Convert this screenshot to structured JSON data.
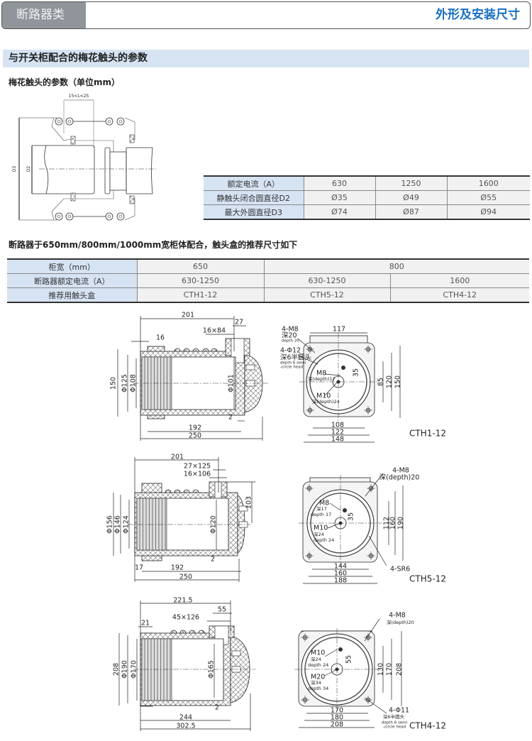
{
  "header": {
    "category": "断路器类",
    "title": "外形及安装尺寸"
  },
  "section_title": "与开关柜配合的梅花触头的参数",
  "contact_params_title": "梅花触头的参数（单位mm）",
  "contact_diagram": {
    "l_range": "15<L<25",
    "d3": "D3",
    "d2": "D2"
  },
  "table1": {
    "rows": [
      {
        "cells": [
          "额定电流（A）",
          "630",
          "1250",
          "1600"
        ]
      },
      {
        "cells": [
          "静触头闭合圆直径D2",
          "Ø35",
          "Ø49",
          "Ø55"
        ]
      },
      {
        "cells": [
          "最大外圆直径D3",
          "Ø74",
          "Ø87",
          "Ø94"
        ]
      }
    ]
  },
  "recommend_title": "断路器于650mm/800mm/1000mm宽柜体配合，触头盒的推荐尺寸如下",
  "table2": {
    "rows": [
      {
        "cells": [
          "柜宽（mm）",
          "650",
          "800"
        ]
      },
      {
        "cells": [
          "断路器额定电流（A）",
          "630-1250",
          "630-1250",
          "1600"
        ]
      },
      {
        "cells": [
          "推荐用触头盒",
          "CTH1-12",
          "CTH5-12",
          "CTH4-12"
        ]
      }
    ]
  },
  "drawings": [
    {
      "labels": {
        "model": "CTH1-12",
        "d201": "201",
        "d27": "27",
        "d16x84": "16×84",
        "d16": "16",
        "h150": "150",
        "d125": "Φ125",
        "d108": "Φ108",
        "d101": "Φ101",
        "gap": "2",
        "l192": "192",
        "l250": "250",
        "w117": "117",
        "m8": "4-M8",
        "m8_cn": "深20",
        "m8_en": "depth 20",
        "phi12": "4-Φ12",
        "phi12_cn": "深6半圆头",
        "phi12_en1": "depth 6 semi",
        "phi12_en2": "-circle head",
        "c_m8": "M8",
        "c_m8d": "深(depth)17",
        "c35": "35",
        "c_m10": "M10",
        "c_m10d": "深(depth)24",
        "v85": "85",
        "v120": "120",
        "v150": "150",
        "h108": "108",
        "h122": "122",
        "h148": "148"
      }
    },
    {
      "labels": {
        "model": "CTH5-12",
        "d201": "201",
        "d27x125": "27×125",
        "d16x106": "16×106",
        "d103": "103",
        "d156": "Φ156",
        "d146": "Φ146",
        "d124": "Φ124",
        "d120": "Φ120",
        "gap": "2",
        "d17": "17",
        "l192": "192",
        "l250": "250",
        "m8": "4-M8",
        "m8d": "深(depth)20",
        "c_m8": "M8",
        "c_m8_cn": "深17",
        "c_m8_en": "depth 17",
        "c35": "35",
        "c_m10": "M10",
        "c_m10_cn": "深24",
        "c_m10_en": "depth 24",
        "v112": "112",
        "v160": "160",
        "v190": "190",
        "h144": "144",
        "h160": "160",
        "h188": "188",
        "sr6": "4-SR6"
      }
    },
    {
      "labels": {
        "model": "CTH4-12",
        "d221": "221.5",
        "d55": "55",
        "d45x126": "45×126",
        "d21": "21",
        "h208": "208",
        "d190": "Φ190",
        "d170": "Φ170",
        "d165": "Φ165",
        "gap": "2",
        "l244": "244",
        "l302": "302.5",
        "m8": "4-M8",
        "m8d": "深(depth)20",
        "c_m10": "M10",
        "c_m10_cn": "深24",
        "c_m10_en": "depth 24",
        "c55": "55",
        "c_m20": "M20",
        "c_m20_cn": "深34",
        "c_m20_en": "depth 34",
        "v130": "130",
        "v170": "170",
        "v208": "208",
        "h170": "170",
        "h180": "180",
        "phi11": "4-Φ11",
        "phi11_cn": "深6半圆头",
        "phi11_en1": "depth 6 semi",
        "phi11_en2": "-circle head"
      }
    }
  ]
}
